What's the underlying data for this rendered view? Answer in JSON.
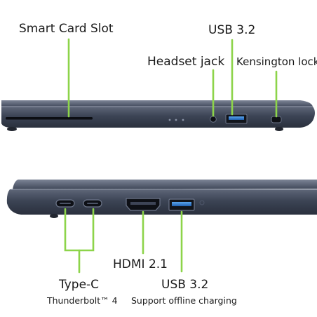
{
  "labels": {
    "smart_card_slot": "Smart Card Slot",
    "usb32_top": "USB 3.2",
    "headset_jack": "Headset jack",
    "kensington_lock": "Kensington lock",
    "hdmi": "HDMI 2.1",
    "type_c": "Type-C",
    "thunderbolt": "Thunderbolt™ 4",
    "usb32_bottom": "USB 3.2",
    "support_offline_charging": "Support offline charging"
  },
  "colors": {
    "callout_line": "#8dd44a",
    "chassis": "#3b4353",
    "chassis_light": "#5a6274",
    "usb_port": "#2f7fd6",
    "background": "#ffffff"
  },
  "icons": [
    "smart-card-slot",
    "headset-jack-port",
    "usb-a-port",
    "kensington-lock-slot",
    "usb-c-port",
    "hdmi-port"
  ]
}
